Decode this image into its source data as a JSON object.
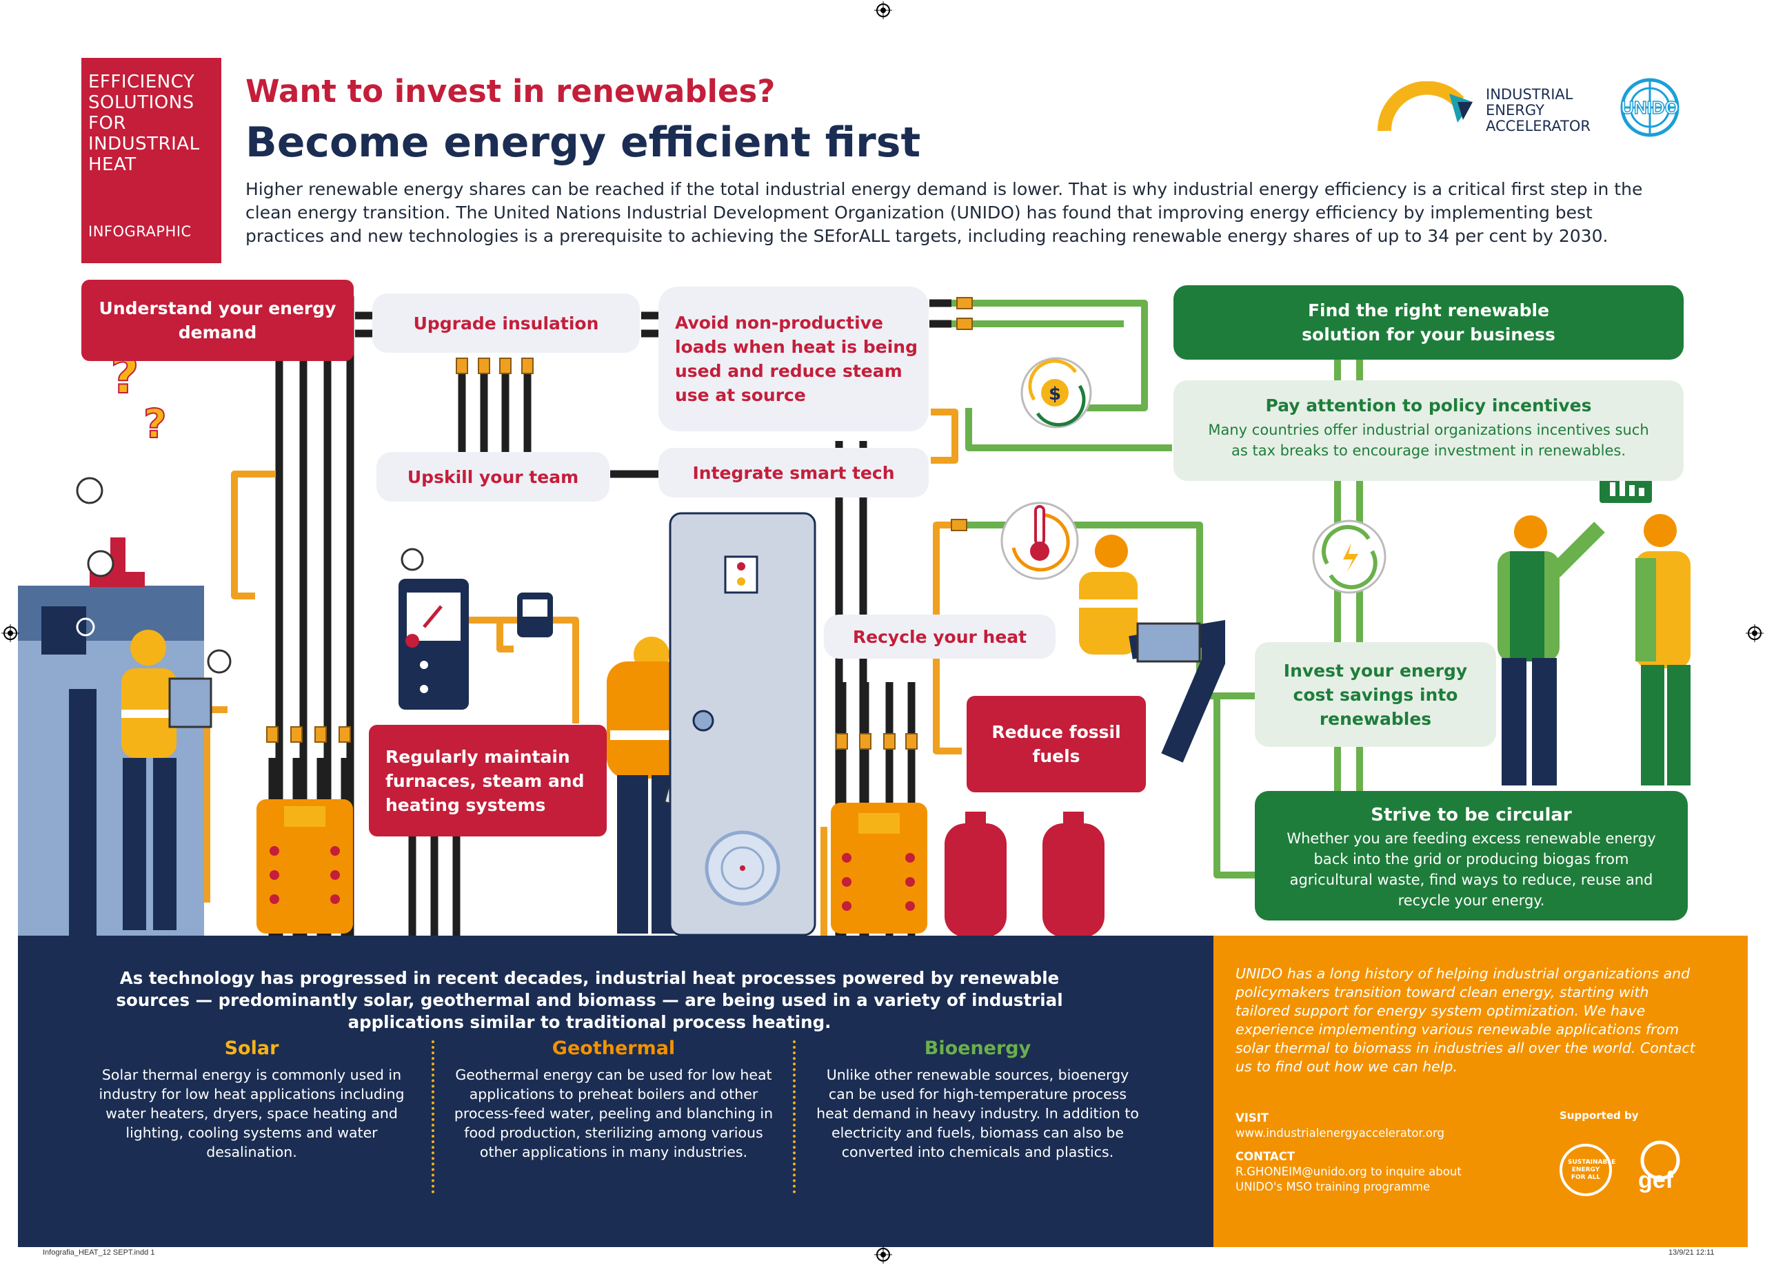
{
  "header": {
    "tag_title": "EFFICIENCY\nSOLUTIONS\nFOR\nINDUSTRIAL\nHEAT",
    "tag_sub": "INFOGRAPHIC",
    "question": "Want to invest in renewables?",
    "headline": "Become energy efficient first",
    "intro": "Higher renewable energy shares can be reached if the total industrial energy demand is lower. That is why industrial energy efficiency is a critical first step in the clean energy transition. The United Nations Industrial Development Organization (UNIDO) has found that improving energy efficiency by implementing best practices and new technologies is a prerequisite to achieving the SEforALL targets, including reaching renewable energy shares of up to 34 per cent by 2030.",
    "iea_label": "INDUSTRIAL\nENERGY\nACCELERATOR",
    "unido_logo": "UNIDO"
  },
  "steps": {
    "understand": "Understand your energy demand",
    "insulation": "Upgrade insulation",
    "avoid": "Avoid non-productive loads when heat is being used and reduce steam use at source",
    "upskill": "Upskill your team",
    "smart": "Integrate smart tech",
    "maintain": "Regularly maintain furnaces, steam and heating systems",
    "recycle": "Recycle your heat",
    "fossil": "Reduce fossil fuels",
    "find": "Find the right renewable solution for your business",
    "policy_title": "Pay attention to policy incentives",
    "policy_text": "Many countries offer industrial organizations incentives such as tax breaks to encourage investment in renewables.",
    "invest": "Invest your energy cost savings into renewables",
    "circular_title": "Strive to be circular",
    "circular_text": "Whether you are feeding excess renewable energy back into the grid or producing biogas from agricultural waste, find ways to reduce, reuse and recycle your energy."
  },
  "bottom": {
    "title": "As technology has progressed in recent decades, industrial heat processes powered by renewable sources — predominantly solar, geothermal and biomass — are being used in a variety of industrial applications similar to traditional process heating.",
    "solar_title": "Solar",
    "solar_text": "Solar thermal energy is commonly used in industry for low heat applications including water heaters, dryers, space heating and lighting, cooling systems and water desalination.",
    "geo_title": "Geothermal",
    "geo_text": "Geothermal energy can be used for low heat applications to preheat boilers and other process-feed water, peeling and blanching in food production, sterilizing among various other applications in many industries.",
    "bio_title": "Bioenergy",
    "bio_text": "Unlike other renewable sources, bioenergy can be used for high-temperature process heat demand in heavy industry. In addition to electricity and fuels, biomass can also be converted into chemicals and plastics."
  },
  "side": {
    "text": "UNIDO has a long history of helping industrial organizations and policymakers transition toward clean energy, starting with tailored support for energy system optimization. We have experience implementing various renewable applications from solar thermal to biomass in industries all over the world. Contact us to find out how we can help.",
    "visit_label": "VISIT",
    "visit_url": "www.industrialenergyaccelerator.org",
    "contact_label": "CONTACT",
    "contact_text": "R.GHONEIM@unido.org to inquire about UNIDO's MSO training programme",
    "supported": "Supported by",
    "seforall_logo": "SUSTAINABLE ENERGY FOR ALL",
    "gef_logo": "gef"
  },
  "footer": {
    "file": "Infografia_HEAT_12 SEPT.indd   1",
    "date": "13/9/21   12:11"
  },
  "colors": {
    "red": "#c41e3a",
    "navy": "#1b2d52",
    "green": "#1e7d3a",
    "orange": "#f39200",
    "pipe_orange": "#f0a020",
    "pipe_green": "#6ab04c",
    "yellow": "#f6b318"
  }
}
